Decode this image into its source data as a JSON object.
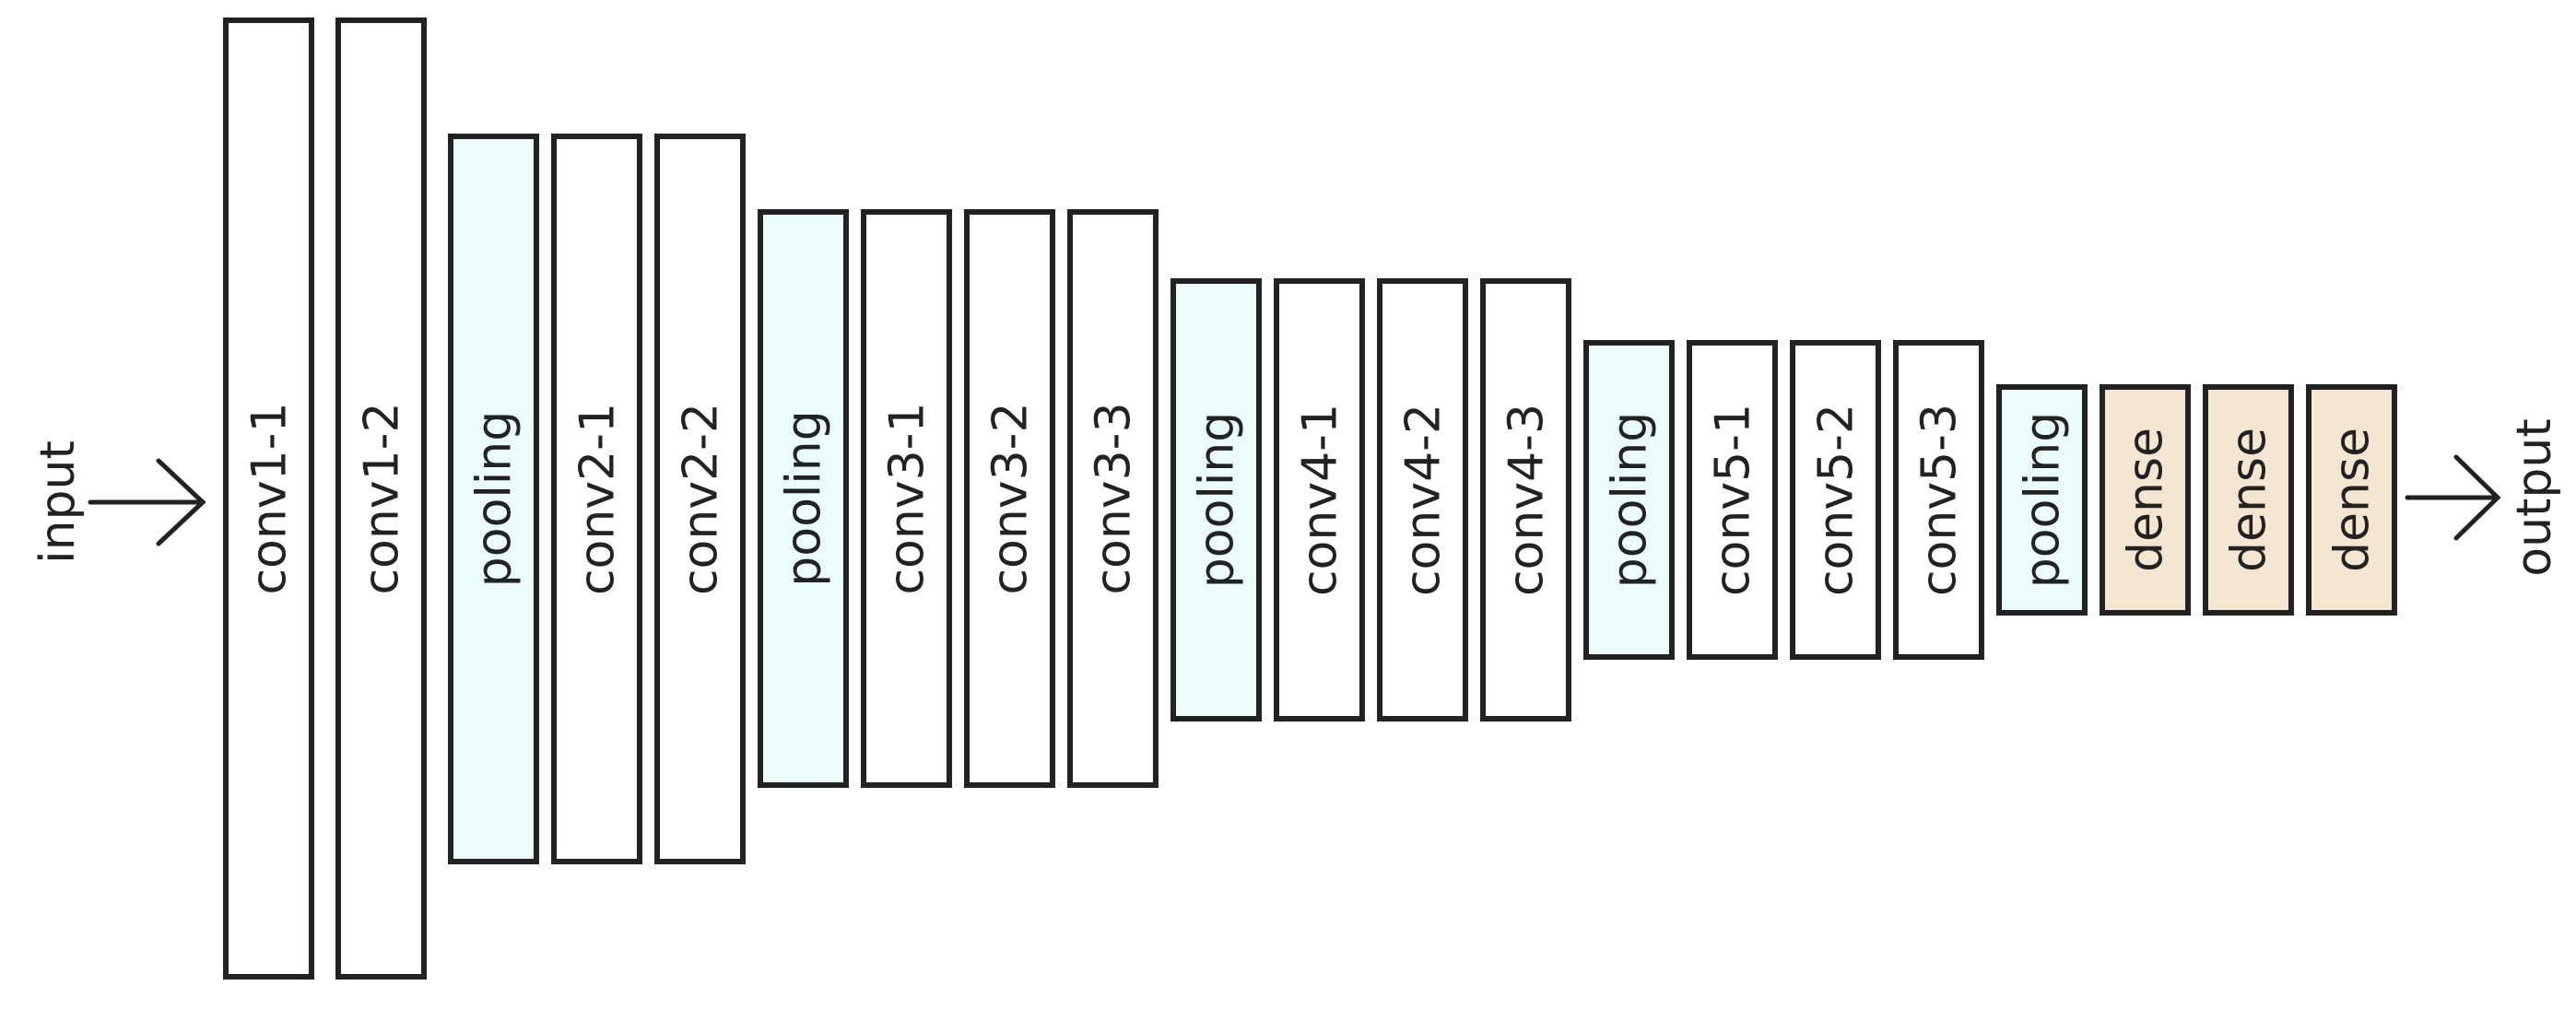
{
  "diagram": {
    "input_label": "input",
    "output_label": "output",
    "colors": {
      "conv": "#ffffff",
      "pooling": "#eafcfc",
      "dense": "#f5e6d2",
      "stroke": "#222222"
    },
    "layers": [
      {
        "label": "conv1-1",
        "kind": "conv"
      },
      {
        "label": "conv1-2",
        "kind": "conv"
      },
      {
        "label": "pooling",
        "kind": "pooling"
      },
      {
        "label": "conv2-1",
        "kind": "conv"
      },
      {
        "label": "conv2-2",
        "kind": "conv"
      },
      {
        "label": "pooling",
        "kind": "pooling"
      },
      {
        "label": "conv3-1",
        "kind": "conv"
      },
      {
        "label": "conv3-2",
        "kind": "conv"
      },
      {
        "label": "conv3-3",
        "kind": "conv"
      },
      {
        "label": "pooling",
        "kind": "pooling"
      },
      {
        "label": "conv4-1",
        "kind": "conv"
      },
      {
        "label": "conv4-2",
        "kind": "conv"
      },
      {
        "label": "conv4-3",
        "kind": "conv"
      },
      {
        "label": "pooling",
        "kind": "pooling"
      },
      {
        "label": "conv5-1",
        "kind": "conv"
      },
      {
        "label": "conv5-2",
        "kind": "conv"
      },
      {
        "label": "conv5-3",
        "kind": "conv"
      },
      {
        "label": "pooling",
        "kind": "pooling"
      },
      {
        "label": "dense",
        "kind": "dense"
      },
      {
        "label": "dense",
        "kind": "dense"
      },
      {
        "label": "dense",
        "kind": "dense"
      }
    ]
  }
}
